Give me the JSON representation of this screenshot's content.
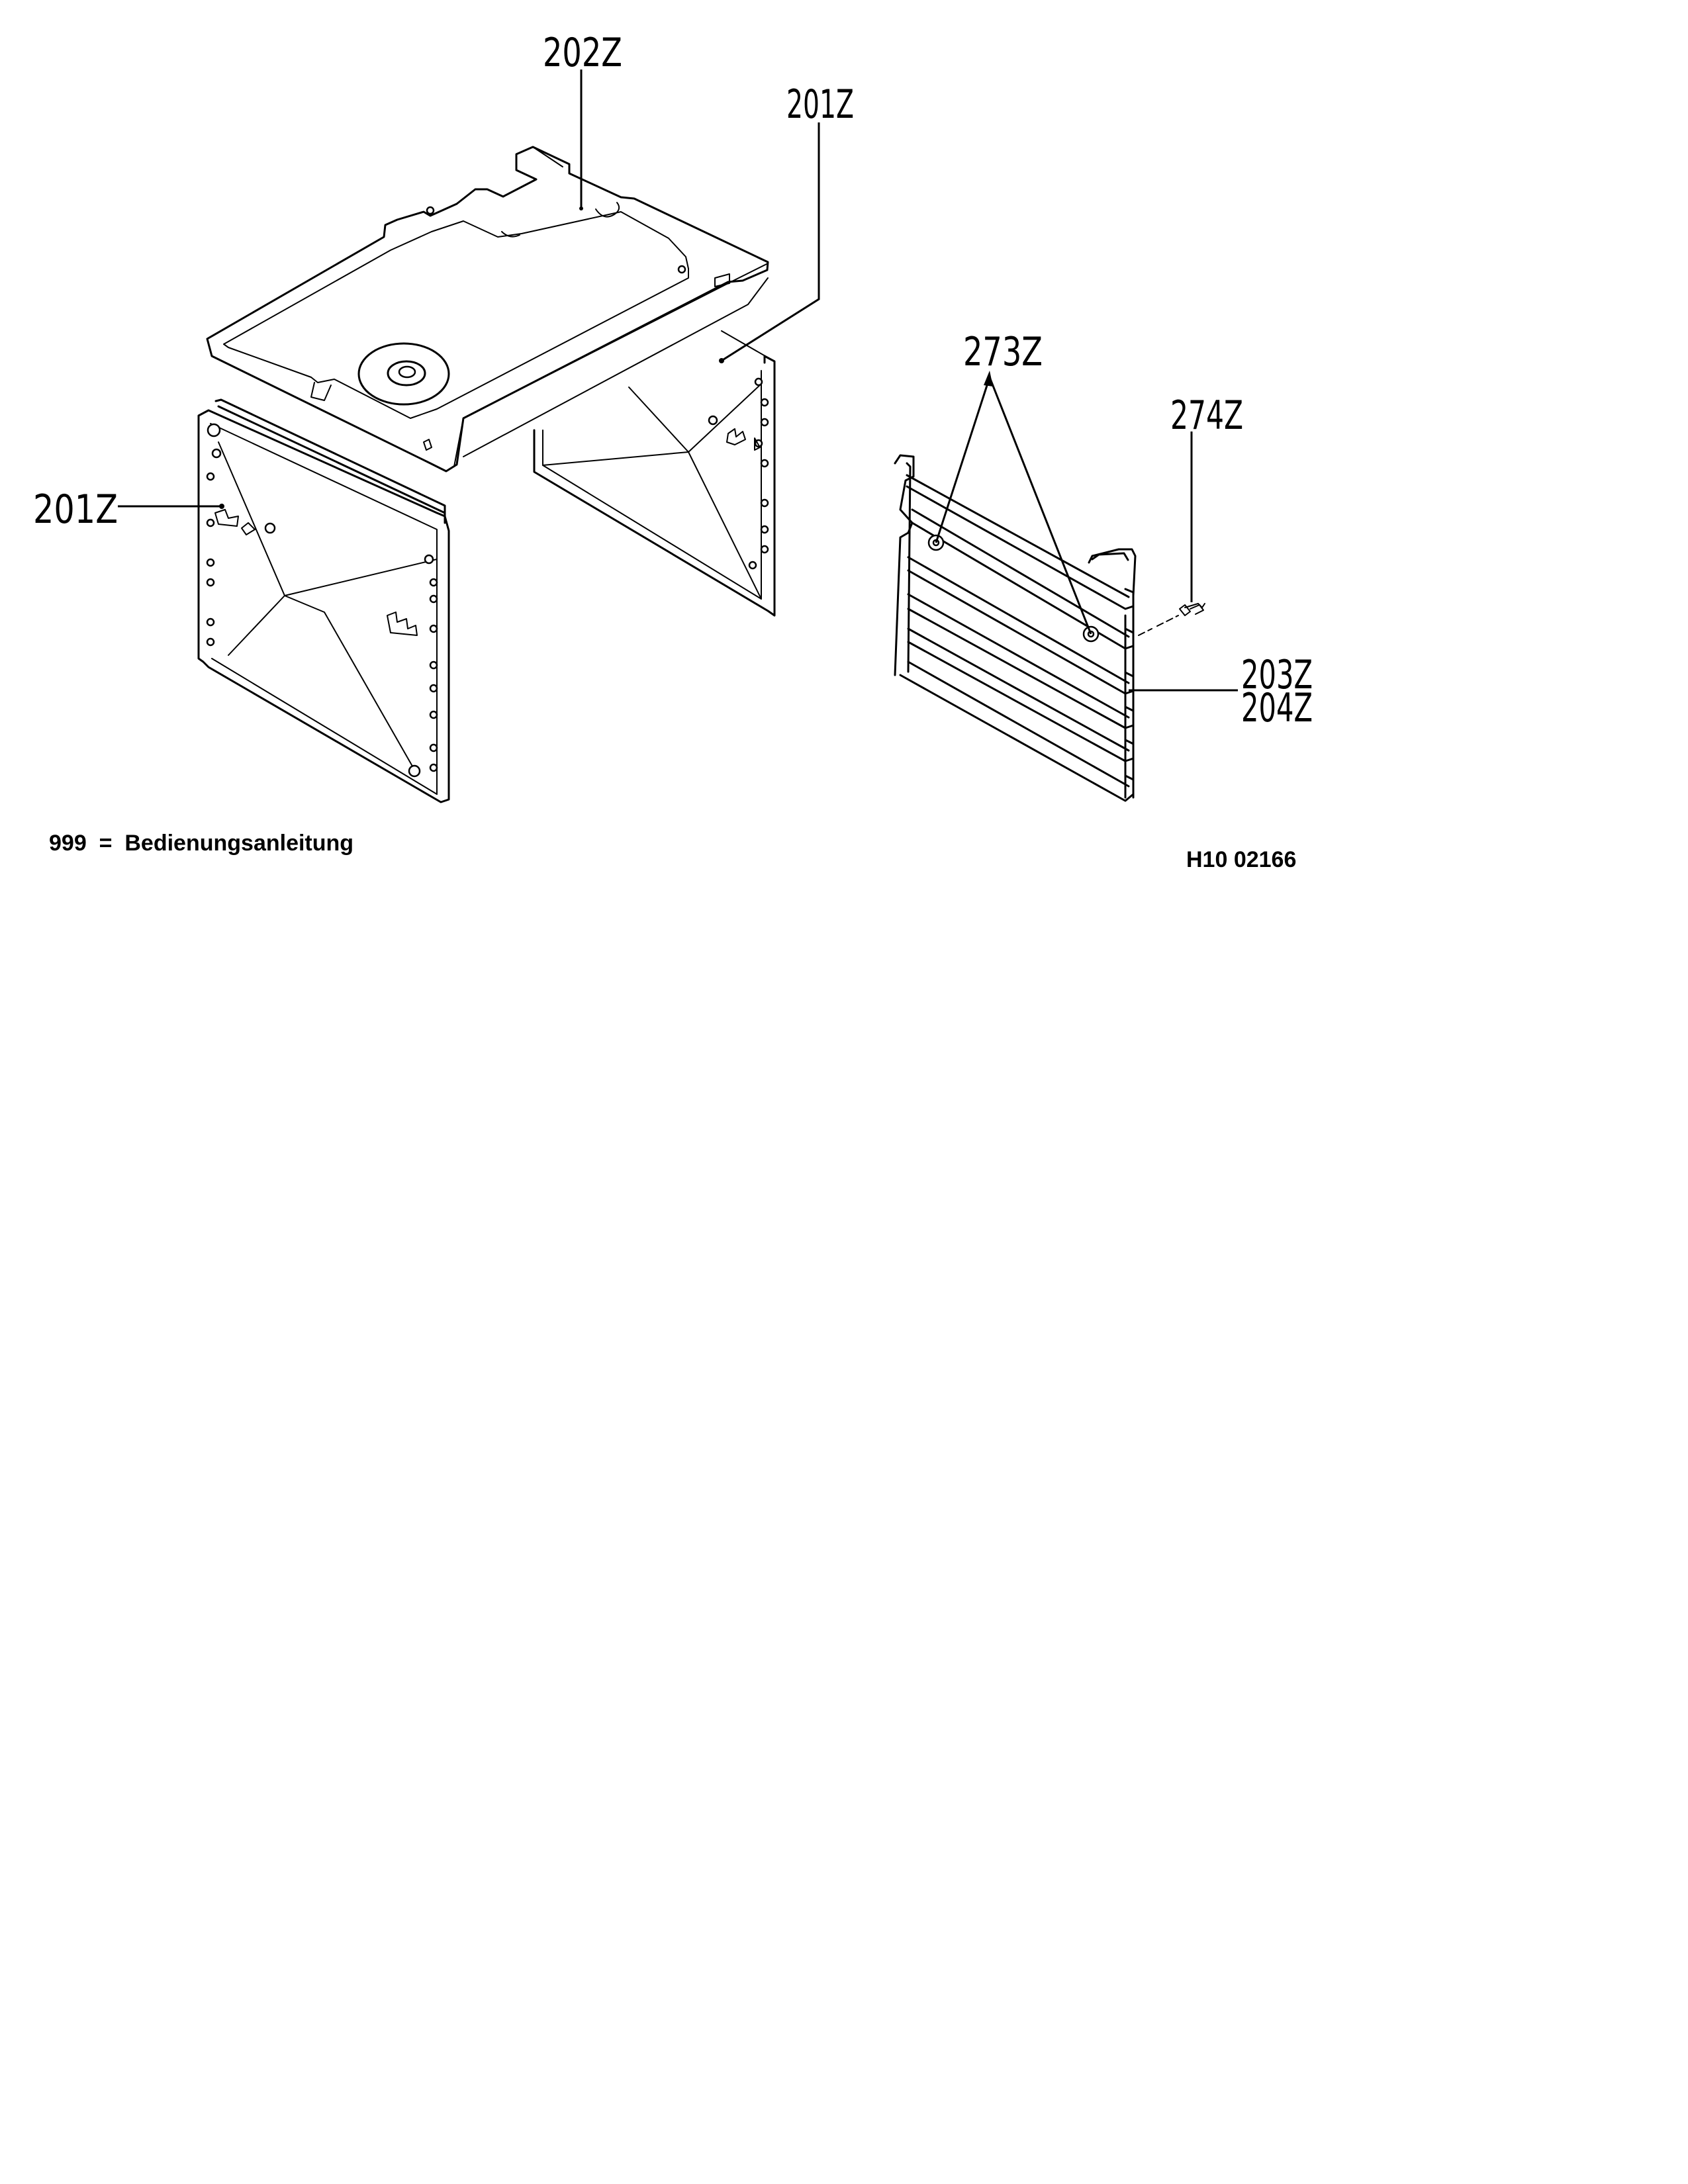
{
  "labels": {
    "top_panel": "202Z",
    "side_panel_right": "201Z",
    "side_panel_left": "201Z",
    "rack_fixings": "273Z",
    "screw": "274Z",
    "rack_right": "203Z",
    "rack_left": "204Z"
  },
  "footer": {
    "legend": "999  =  Bedienungsanleitung",
    "drawing_number": "H10 02166"
  }
}
